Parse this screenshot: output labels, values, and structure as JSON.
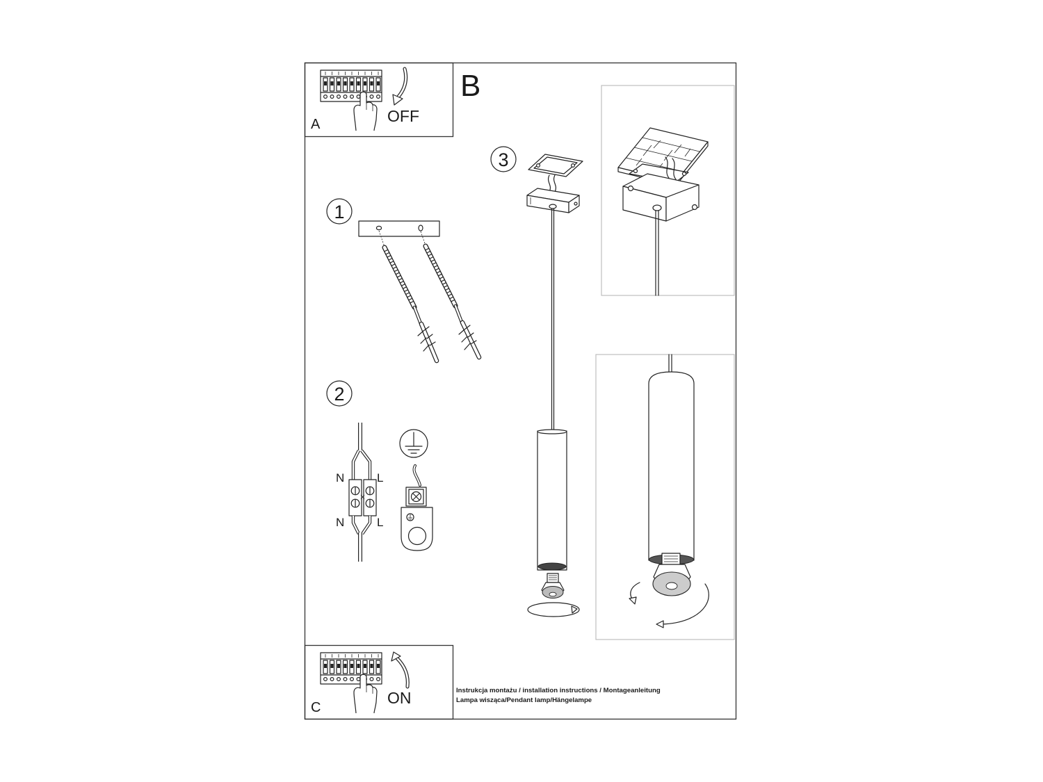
{
  "panel_a": {
    "label": "A",
    "action": "OFF",
    "icon": "circuit-breaker-icon"
  },
  "section_letter": "B",
  "steps": [
    {
      "number": "1"
    },
    {
      "number": "2"
    },
    {
      "number": "3"
    }
  ],
  "wiring": {
    "top_left": "N",
    "top_right": "L",
    "bottom_left": "N",
    "bottom_right": "L",
    "ground_icon": "ground-symbol-icon"
  },
  "panel_c": {
    "label": "C",
    "action": "ON",
    "icon": "circuit-breaker-icon"
  },
  "caption": {
    "line1": "Instrukcja montażu / installation instructions / Montageanleitung",
    "line2": "Lampa wisząca/Pendant lamp/Hängelampe"
  },
  "colors": {
    "line": "#222222",
    "frame": "#333333",
    "detail_frame": "#bdbdbd",
    "background": "#ffffff"
  }
}
